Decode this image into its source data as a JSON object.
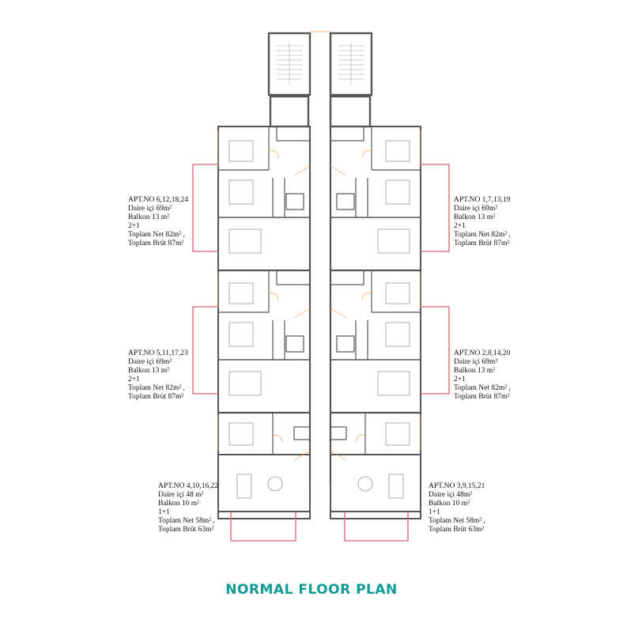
{
  "title": "NORMAL FLOOR PLAN",
  "colors": {
    "title": "#0f9a96",
    "wall": "#555555",
    "balcony": "#e06070",
    "door": "#e8a060",
    "room_text": "#2a8fa5"
  },
  "apartments": [
    {
      "id": "apt-top-left",
      "no": "APT.NO 6,12,18,24",
      "interior": "Daire içi 69m²",
      "balcony": "Balkon 13 m²",
      "type": "2+1",
      "net": "Toplam Net 82m² ,",
      "gross": "Toplam Brüt 87m²"
    },
    {
      "id": "apt-top-right",
      "no": "APT.NO 1,7,13,19",
      "interior": "Daire içi 69m²",
      "balcony": "Balkon 13 m²",
      "type": "2+1",
      "net": "Toplam Net 82m² ,",
      "gross": "Toplam Brüt 87m²"
    },
    {
      "id": "apt-mid-left",
      "no": "APT.NO 5,11,17,23",
      "interior": "Daire içi 69m²",
      "balcony": "Balkon 13 m²",
      "type": "2+1",
      "net": "Toplam Net 82m² ,",
      "gross": "Toplam Brüt 87m²"
    },
    {
      "id": "apt-mid-right",
      "no": "APT.NO 2,8,14,20",
      "interior": "Daire içi 69m²",
      "balcony": "Balkon 13 m²",
      "type": "2+1",
      "net": "Toplam Net 82m² ,",
      "gross": "Toplam Brüt 87m²"
    },
    {
      "id": "apt-bot-left",
      "no": "APT.NO 4,10,16,22",
      "interior": "Daire içi 48 m²",
      "balcony": "Balkon 10 m²",
      "type": "1+1",
      "net": "Toplam Net 58m² ,",
      "gross": "Toplam Brüt 63m²"
    },
    {
      "id": "apt-bot-right",
      "no": "APT.NO 3,9,15,21",
      "interior": "Daire içi 48m²",
      "balcony": "Balkon 10 m²",
      "type": "1+1",
      "net": "Toplam Net 58m² ,",
      "gross": "Toplam Brüt 63m²"
    }
  ]
}
